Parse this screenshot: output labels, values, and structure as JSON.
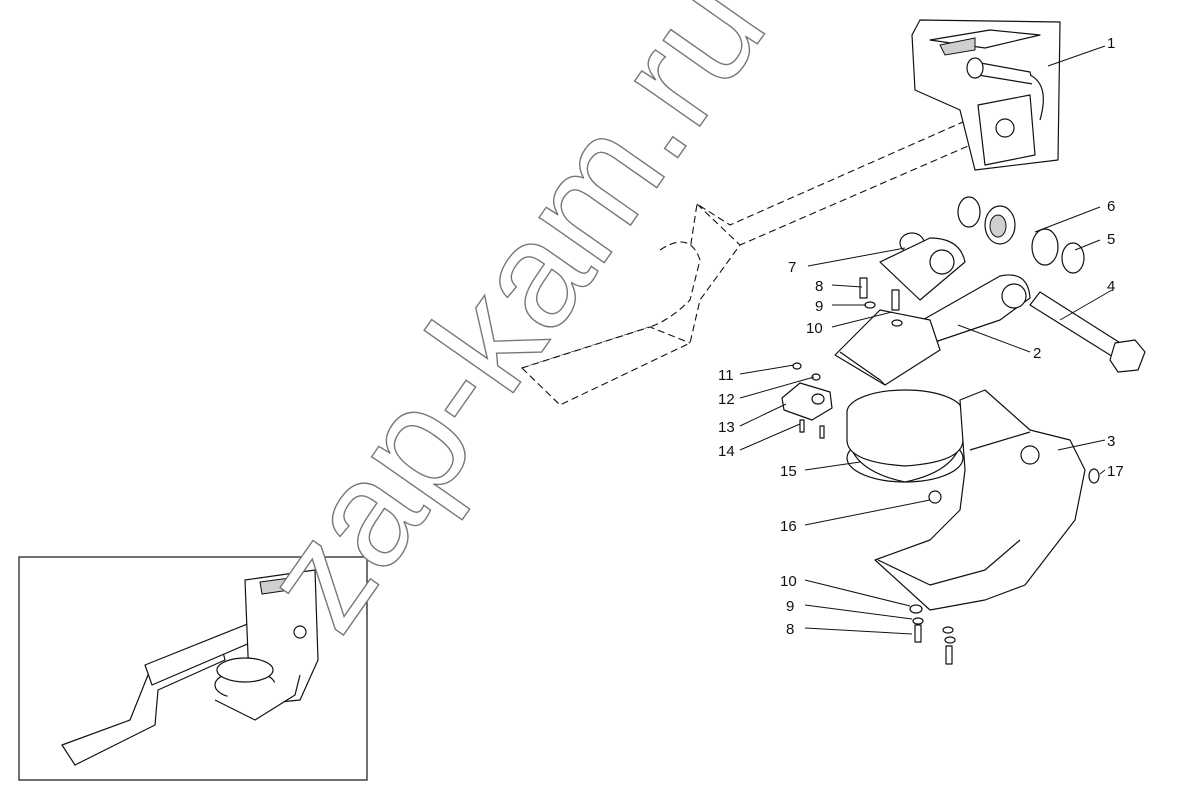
{
  "watermark": "zap-kam.ru",
  "callouts": [
    {
      "id": "c1",
      "text": "1"
    },
    {
      "id": "c2",
      "text": "2"
    },
    {
      "id": "c3",
      "text": "3"
    },
    {
      "id": "c4",
      "text": "4"
    },
    {
      "id": "c5",
      "text": "5"
    },
    {
      "id": "c6",
      "text": "6"
    },
    {
      "id": "c7",
      "text": "7"
    },
    {
      "id": "c8a",
      "text": "8"
    },
    {
      "id": "c9a",
      "text": "9"
    },
    {
      "id": "c10a",
      "text": "10"
    },
    {
      "id": "c11",
      "text": "11"
    },
    {
      "id": "c12",
      "text": "12"
    },
    {
      "id": "c13",
      "text": "13"
    },
    {
      "id": "c14",
      "text": "14"
    },
    {
      "id": "c15",
      "text": "15"
    },
    {
      "id": "c16",
      "text": "16"
    },
    {
      "id": "c17",
      "text": "17"
    },
    {
      "id": "c10b",
      "text": "10"
    },
    {
      "id": "c9b",
      "text": "9"
    },
    {
      "id": "c8b",
      "text": "8"
    }
  ]
}
